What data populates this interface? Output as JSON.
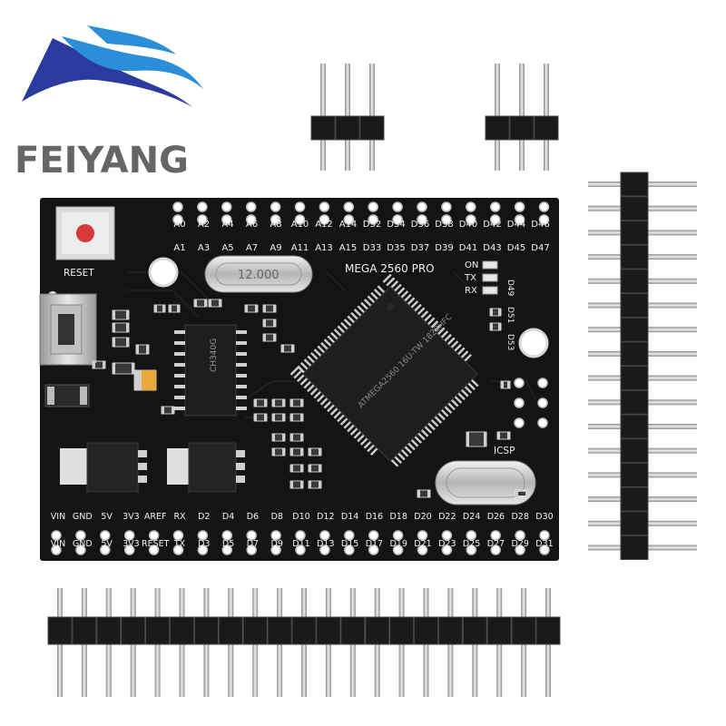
{
  "brand": {
    "name": "FEIYANG",
    "colors": {
      "dark_blue": "#2b3a9e",
      "light_blue": "#2a8ed8",
      "text": "#666666"
    }
  },
  "board": {
    "model_label": "MEGA 2560 PRO",
    "reset_label": "RESET",
    "icsp_label": "ICSP",
    "crystal_label": "12.000",
    "usb_chip_label": "CH340G",
    "mcu_label": "ATMEGA2560 16U-TW 1828HFC",
    "led_labels": [
      "ON",
      "TX",
      "RX"
    ],
    "right_vertical_labels": [
      "D49",
      "D51",
      "D53"
    ],
    "top_row_even": [
      "A0",
      "A2",
      "A4",
      "A6",
      "A8",
      "A10",
      "A12",
      "A14",
      "D32",
      "D34",
      "D36",
      "D38",
      "D40",
      "D42",
      "D44",
      "D46"
    ],
    "top_row_odd": [
      "A1",
      "A3",
      "A5",
      "A7",
      "A9",
      "A11",
      "A13",
      "A15",
      "D33",
      "D35",
      "D37",
      "D39",
      "D41",
      "D43",
      "D45",
      "D47"
    ],
    "bottom_row_upper": [
      "VIN",
      "GND",
      "5V",
      "3V3",
      "AREF",
      "RX",
      "D2",
      "D4",
      "D6",
      "D8",
      "D10",
      "D12",
      "D14",
      "D16",
      "D18",
      "D20",
      "D22",
      "D24",
      "D26",
      "D28",
      "D30"
    ],
    "bottom_row_lower": [
      "VIN",
      "GND",
      "5V",
      "3V3",
      "RESET",
      "TX",
      "D3",
      "D5",
      "D7",
      "D9",
      "D11",
      "D13",
      "D15",
      "D17",
      "D19",
      "D21",
      "D23",
      "D25",
      "D27",
      "D29",
      "D31"
    ],
    "colors": {
      "pcb": "#141414",
      "silkscreen": "#f2f2f2",
      "chip": "#1e1e1e",
      "metal": "#c8c8c8",
      "reset_button": "#d83a3a"
    }
  },
  "pin_headers": {
    "small_header_count": 2,
    "pins_per_small_header": 3,
    "vertical_header_pins": 16,
    "horizontal_header_pins": 21
  }
}
